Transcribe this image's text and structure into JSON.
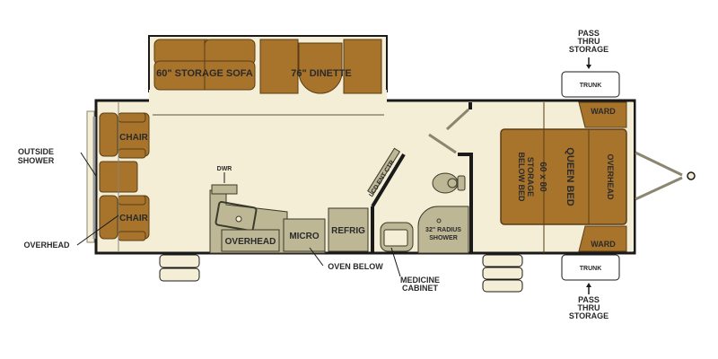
{
  "colors": {
    "floor": "#f4eed6",
    "furniture": "#a8742c",
    "furniture_stroke": "#5a3d14",
    "fixture": "#bdb795",
    "wall": "#1a1a1a",
    "label": "#2a2a2a"
  },
  "labels": {
    "storage_sofa": "60\" STORAGE SOFA",
    "dinette": "76\" DINETTE",
    "chair_top": "CHAIR",
    "chair_bottom": "CHAIR",
    "outside_shower_line1": "OUTSIDE",
    "outside_shower_line2": "SHOWER",
    "overhead_rear": "OVERHEAD",
    "dwr": "DWR",
    "overhead_kitchen": "OVERHEAD",
    "micro": "MICRO",
    "refrig": "REFRIG",
    "oven_below": "OVEN BELOW",
    "lcd_ent_ctr": "LCD ENT CTR",
    "medicine_line1": "MEDICINE",
    "medicine_line2": "CABINET",
    "shower_line1": "32\" RADIUS",
    "shower_line2": "SHOWER",
    "queen_bed": "QUEEN BED",
    "bed_size": "60 x 80",
    "storage_below_line1": "STORAGE",
    "storage_below_line2": "BELOW BED",
    "overhead_bed": "OVERHEAD",
    "ward_top": "WARD",
    "ward_bottom": "WARD",
    "trunk_top": "TRUNK",
    "trunk_bottom": "TRUNK",
    "pass_thru_top": [
      "PASS",
      "THRU",
      "STORAGE"
    ],
    "pass_thru_bottom": [
      "PASS",
      "THRU",
      "STORAGE"
    ]
  }
}
